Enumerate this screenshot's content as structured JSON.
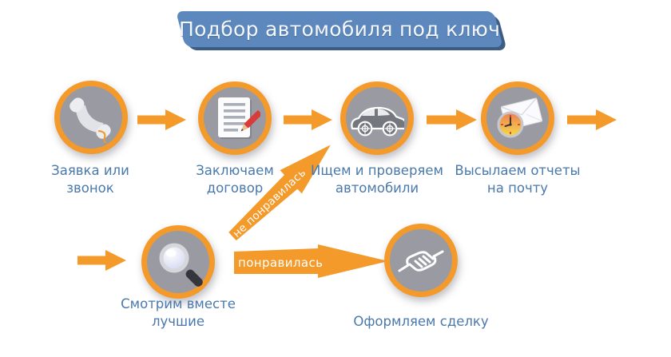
{
  "title": {
    "text": "Подбор автомобиля под ключ"
  },
  "steps": [
    {
      "id": "request-call",
      "icon": "phone-handset-icon",
      "line1": "Заявка или",
      "line2": "звонок"
    },
    {
      "id": "sign-contract",
      "icon": "document-pencil-icon",
      "line1": "Заключаем",
      "line2": "договор"
    },
    {
      "id": "search-check-cars",
      "icon": "car-icon",
      "line1": "Ищем и проверяем",
      "line2": "автомобили"
    },
    {
      "id": "email-reports",
      "icon": "envelope-clock-icon",
      "line1": "Высылаем отчеты",
      "line2": "на почту"
    },
    {
      "id": "review-best-together",
      "icon": "magnifier-icon",
      "line1": "Смотрим вместе",
      "line2": "лучшие"
    },
    {
      "id": "close-deal",
      "icon": "handshake-icon",
      "line1": "Оформляем сделку",
      "line2": ""
    }
  ],
  "branches": {
    "disliked_label": "не понравилась",
    "liked_label": "понравилась"
  },
  "colors": {
    "accent_orange": "#F49A2B",
    "circle_gray": "#9A9BA2",
    "banner_blue": "#5C88BE",
    "banner_shadow_blue": "#3D5C84",
    "label_blue": "#4A79AC",
    "background": "#FFFFFF"
  }
}
